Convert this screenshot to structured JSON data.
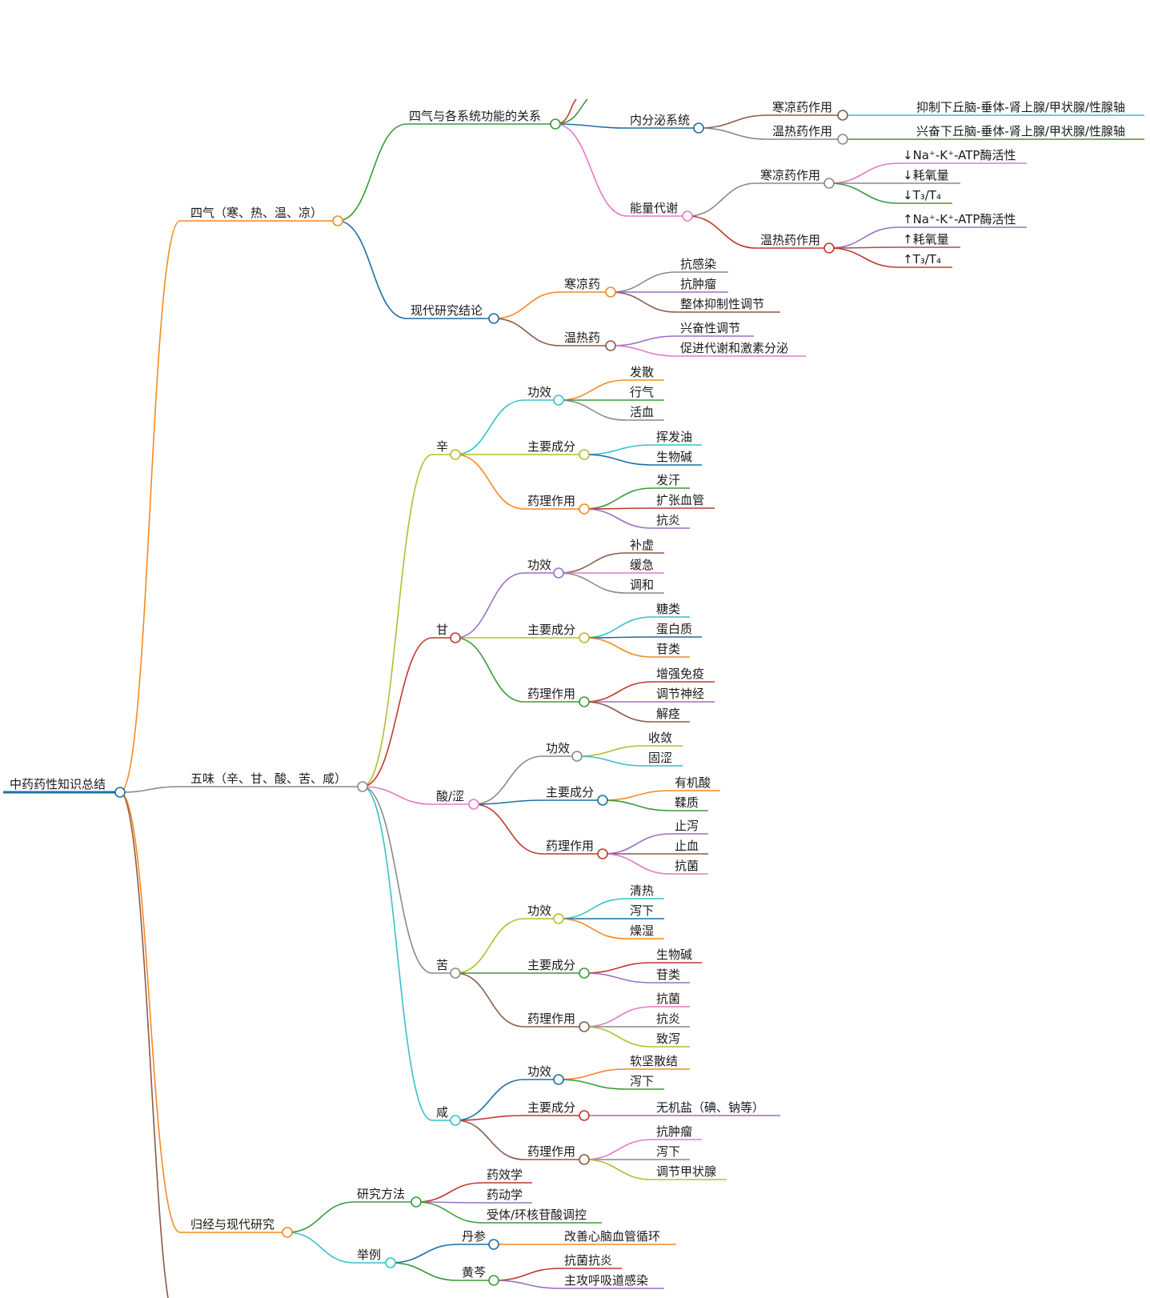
{
  "root": "中药药性知识总结",
  "branches": [
    {
      "label": "四气（寒、热、温、凉）",
      "color": "#f5891f",
      "children": [
        {
          "label": "四气与各系统功能的关系",
          "color": "#3a9a3a",
          "children": [
            {
              "label": "内分泌系统",
              "color": "#1f6fa0",
              "children": [
                {
                  "label": "寒凉药作用",
                  "color": "#8b5a4a",
                  "children": [
                    {
                      "label": "抑制下丘脑-垂体-肾上腺/甲状腺/性腺轴",
                      "color": "#35c2cc"
                    }
                  ]
                },
                {
                  "label": "温热药作用",
                  "color": "#8a8a8a",
                  "children": [
                    {
                      "label": "兴奋下丘脑-垂体-肾上腺/甲状腺/性腺轴",
                      "color": "#3a9a3a"
                    }
                  ]
                }
              ]
            },
            {
              "label": "能量代谢",
              "color": "#e27ac8",
              "children": [
                {
                  "label": "寒凉药作用",
                  "color": "#8a8a8a",
                  "children": [
                    {
                      "label": "↓Na⁺-K⁺-ATP酶活性",
                      "color": "#e27ac8"
                    },
                    {
                      "label": "↓耗氧量",
                      "color": "#8a8a8a"
                    },
                    {
                      "label": "↓T₃/T₄",
                      "color": "#3a9a3a"
                    }
                  ]
                },
                {
                  "label": "温热药作用",
                  "color": "#c0392b",
                  "children": [
                    {
                      "label": "↑Na⁺-K⁺-ATP酶活性",
                      "color": "#9b6fc6"
                    },
                    {
                      "label": "↑耗氧量",
                      "color": "#8b5a4a"
                    },
                    {
                      "label": "↑T₃/T₄",
                      "color": "#c0392b"
                    }
                  ]
                }
              ]
            }
          ]
        },
        {
          "label": "现代研究结论",
          "color": "#1f6fa0",
          "children": [
            {
              "label": "寒凉药",
              "color": "#f5891f",
              "children": [
                {
                  "label": "抗感染",
                  "color": "#8a8a8a"
                },
                {
                  "label": "抗肿瘤",
                  "color": "#9b6fc6"
                },
                {
                  "label": "整体抑制性调节",
                  "color": "#8b5a4a"
                }
              ]
            },
            {
              "label": "温热药",
              "color": "#8b5a4a",
              "children": [
                {
                  "label": "兴奋性调节",
                  "color": "#9b6fc6"
                },
                {
                  "label": "促进代谢和激素分泌",
                  "color": "#e27ac8"
                }
              ]
            }
          ]
        }
      ]
    },
    {
      "label": "五味（辛、甘、酸、苦、咸）",
      "color": "#8a8a8a",
      "children": [
        {
          "label": "辛",
          "color": "#b5bd2e",
          "children": [
            {
              "label": "功效",
              "color": "#35c2cc",
              "children": [
                {
                  "label": "发散",
                  "color": "#f5891f"
                },
                {
                  "label": "行气",
                  "color": "#3a9a3a"
                },
                {
                  "label": "活血",
                  "color": "#8a8a8a"
                }
              ]
            },
            {
              "label": "主要成分",
              "color": "#b5bd2e",
              "children": [
                {
                  "label": "挥发油",
                  "color": "#35c2cc"
                },
                {
                  "label": "生物碱",
                  "color": "#1f6fa0"
                }
              ]
            },
            {
              "label": "药理作用",
              "color": "#f5891f",
              "children": [
                {
                  "label": "发汗",
                  "color": "#3a9a3a"
                },
                {
                  "label": "扩张血管",
                  "color": "#c0392b"
                },
                {
                  "label": "抗炎",
                  "color": "#9b6fc6"
                }
              ]
            }
          ]
        },
        {
          "label": "甘",
          "color": "#c0392b",
          "children": [
            {
              "label": "功效",
              "color": "#9b6fc6",
              "children": [
                {
                  "label": "补虚",
                  "color": "#8b5a4a"
                },
                {
                  "label": "缓急",
                  "color": "#e27ac8"
                },
                {
                  "label": "调和",
                  "color": "#8a8a8a"
                }
              ]
            },
            {
              "label": "主要成分",
              "color": "#b5bd2e",
              "children": [
                {
                  "label": "糖类",
                  "color": "#35c2cc"
                },
                {
                  "label": "蛋白质",
                  "color": "#1f6fa0"
                },
                {
                  "label": "苷类",
                  "color": "#f5891f"
                }
              ]
            },
            {
              "label": "药理作用",
              "color": "#3a9a3a",
              "children": [
                {
                  "label": "增强免疫",
                  "color": "#c0392b"
                },
                {
                  "label": "调节神经",
                  "color": "#9b6fc6"
                },
                {
                  "label": "解痉",
                  "color": "#8b5a4a"
                }
              ]
            }
          ]
        },
        {
          "label": "酸/涩",
          "color": "#e27ac8",
          "children": [
            {
              "label": "功效",
              "color": "#8a8a8a",
              "children": [
                {
                  "label": "收敛",
                  "color": "#b5bd2e"
                },
                {
                  "label": "固涩",
                  "color": "#35c2cc"
                }
              ]
            },
            {
              "label": "主要成分",
              "color": "#1f6fa0",
              "children": [
                {
                  "label": "有机酸",
                  "color": "#f5891f"
                },
                {
                  "label": "鞣质",
                  "color": "#3a9a3a"
                }
              ]
            },
            {
              "label": "药理作用",
              "color": "#c0392b",
              "children": [
                {
                  "label": "止泻",
                  "color": "#9b6fc6"
                },
                {
                  "label": "止血",
                  "color": "#8b5a4a"
                },
                {
                  "label": "抗菌",
                  "color": "#e27ac8"
                }
              ]
            }
          ]
        },
        {
          "label": "苦",
          "color": "#8a8a8a",
          "children": [
            {
              "label": "功效",
              "color": "#b5bd2e",
              "children": [
                {
                  "label": "清热",
                  "color": "#35c2cc"
                },
                {
                  "label": "泻下",
                  "color": "#1f6fa0"
                },
                {
                  "label": "燥湿",
                  "color": "#f5891f"
                }
              ]
            },
            {
              "label": "主要成分",
              "color": "#3a9a3a",
              "children": [
                {
                  "label": "生物碱",
                  "color": "#c0392b"
                },
                {
                  "label": "苷类",
                  "color": "#9b6fc6"
                }
              ]
            },
            {
              "label": "药理作用",
              "color": "#8b5a4a",
              "children": [
                {
                  "label": "抗菌",
                  "color": "#e27ac8"
                },
                {
                  "label": "抗炎",
                  "color": "#8a8a8a"
                },
                {
                  "label": "致泻",
                  "color": "#b5bd2e"
                }
              ]
            }
          ]
        },
        {
          "label": "咸",
          "color": "#35c2cc",
          "children": [
            {
              "label": "功效",
              "color": "#1f6fa0",
              "children": [
                {
                  "label": "软坚散结",
                  "color": "#f5891f"
                },
                {
                  "label": "泻下",
                  "color": "#3a9a3a"
                }
              ]
            },
            {
              "label": "主要成分",
              "color": "#c0392b",
              "children": [
                {
                  "label": "无机盐（碘、钠等）",
                  "color": "#9b6fc6"
                }
              ]
            },
            {
              "label": "药理作用",
              "color": "#8b5a4a",
              "children": [
                {
                  "label": "抗肿瘤",
                  "color": "#e27ac8"
                },
                {
                  "label": "泻下",
                  "color": "#8a8a8a"
                },
                {
                  "label": "调节甲状腺",
                  "color": "#b5bd2e"
                }
              ]
            }
          ]
        }
      ]
    },
    {
      "label": "归经与现代研究",
      "color": "#f5891f",
      "children": [
        {
          "label": "研究方法",
          "color": "#3a9a3a",
          "children": [
            {
              "label": "药效学",
              "color": "#c0392b"
            },
            {
              "label": "药动学",
              "color": "#9b6fc6"
            },
            {
              "label": "受体/环核苷酸调控",
              "color": "#3a9a3a"
            }
          ]
        },
        {
          "label": "举例",
          "color": "#35c2cc",
          "children": [
            {
              "label": "丹参",
              "color": "#1f6fa0",
              "children": [
                {
                  "label": "改善心脑血管循环",
                  "color": "#f5891f"
                }
              ]
            },
            {
              "label": "黄芩",
              "color": "#3a9a3a",
              "children": [
                {
                  "label": "抗菌抗炎",
                  "color": "#c0392b"
                },
                {
                  "label": "主攻呼吸道感染",
                  "color": "#9b6fc6"
                }
              ]
            }
          ]
        }
      ]
    }
  ],
  "colors": {
    "root_line": "#1f6fa0",
    "offscreen_branch": "#8b5a4a",
    "edge_stub_1": "#c0392b",
    "edge_stub_2": "#3a9a3a"
  }
}
